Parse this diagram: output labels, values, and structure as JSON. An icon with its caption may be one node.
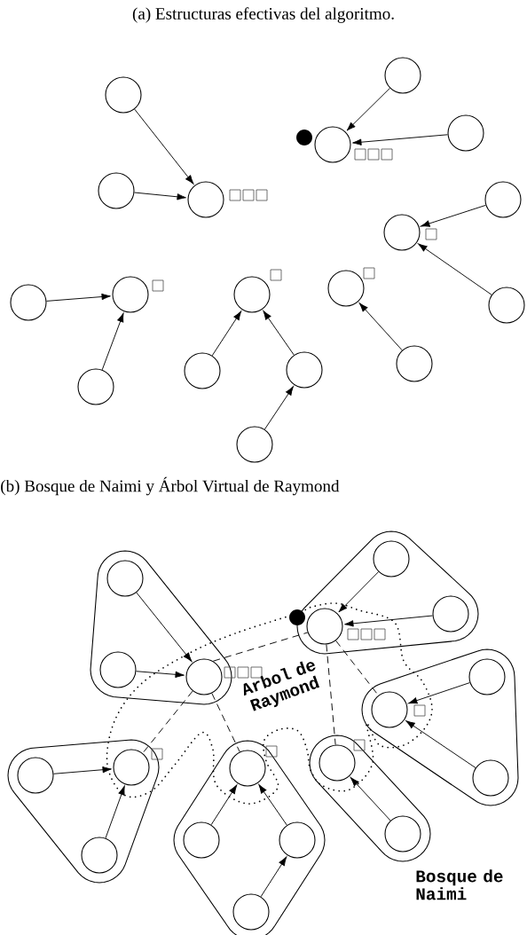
{
  "diagram": {
    "nodes": [
      {
        "text": [],
        "shape": "circle"
      },
      {
        "text": [],
        "shape": "circle"
      },
      {
        "text": [],
        "shape": "circle"
      },
      {
        "text": [],
        "shape": "circle"
      },
      {
        "text": [],
        "shape": "circle"
      },
      {
        "text": [],
        "shape": "circle"
      },
      {
        "text": [],
        "shape": "circle"
      },
      {
        "text": [],
        "shape": "circle"
      },
      {
        "text": [],
        "shape": "circle"
      },
      {
        "text": [],
        "shape": "circle"
      },
      {
        "text": [],
        "shape": "circle"
      },
      {
        "text": [],
        "shape": "circle"
      },
      {
        "text": [],
        "shape": "circle"
      },
      {
        "text": [],
        "shape": "circle"
      },
      {
        "text": [],
        "shape": "circle"
      },
      {
        "text": [],
        "shape": "circle"
      },
      {
        "text": [],
        "shape": "circle"
      },
      {
        "text": [],
        "shape": "circle"
      },
      {
        "text": [],
        "shape": "blob"
      },
      {
        "text": [],
        "shape": "circle",
        "in": 18
      },
      {
        "text": [],
        "shape": "circle",
        "in": 18
      },
      {
        "text": [],
        "shape": "circle",
        "in": 18
      },
      {
        "text": [],
        "shape": "blob"
      },
      {
        "text": [],
        "shape": "circle",
        "in": 22
      },
      {
        "text": [],
        "shape": "circle",
        "in": 22
      },
      {
        "text": [],
        "shape": "circle",
        "in": 22
      },
      {
        "text": [],
        "shape": "blob"
      },
      {
        "text": [],
        "shape": "circle",
        "in": 26
      },
      {
        "text": [],
        "shape": "circle",
        "in": 26
      },
      {
        "text": [],
        "shape": "circle",
        "in": 26
      },
      {
        "text": [],
        "shape": "blob"
      },
      {
        "text": [],
        "shape": "circle",
        "in": 30
      },
      {
        "text": [],
        "shape": "circle",
        "in": 30
      },
      {
        "text": [],
        "shape": "circle",
        "in": 30
      },
      {
        "text": [],
        "shape": "blob"
      },
      {
        "text": [],
        "shape": "circle",
        "in": 34
      },
      {
        "text": [],
        "shape": "circle",
        "in": 34
      },
      {
        "text": [],
        "shape": "circle",
        "in": 34
      },
      {
        "text": [],
        "shape": "circle",
        "in": 34
      },
      {
        "text": [],
        "shape": "blob"
      },
      {
        "text": [],
        "shape": "circle",
        "in": 39
      },
      {
        "text": [],
        "shape": "circle",
        "in": 39
      }
    ],
    "edges": [
      {
        "from": 0,
        "to": 2,
        "arrow": "to"
      },
      {
        "from": 1,
        "to": 2,
        "arrow": "to"
      },
      {
        "from": 4,
        "to": 3,
        "arrow": "to"
      },
      {
        "from": 5,
        "to": 3,
        "arrow": "to"
      },
      {
        "from": 7,
        "to": 6,
        "arrow": "to"
      },
      {
        "from": 8,
        "to": 6,
        "arrow": "to"
      },
      {
        "from": 10,
        "to": 9,
        "arrow": "to"
      },
      {
        "from": 11,
        "to": 9,
        "arrow": "to"
      },
      {
        "from": 13,
        "to": 12,
        "arrow": "to"
      },
      {
        "from": 14,
        "to": 12,
        "arrow": "to"
      },
      {
        "from": 15,
        "to": 14,
        "arrow": "to"
      },
      {
        "from": 17,
        "to": 16,
        "arrow": "to"
      },
      {
        "from": 19,
        "to": 21,
        "arrow": "to"
      },
      {
        "from": 20,
        "to": 21,
        "arrow": "to"
      },
      {
        "from": 24,
        "to": 23,
        "arrow": "to"
      },
      {
        "from": 25,
        "to": 23,
        "arrow": "to"
      },
      {
        "from": 28,
        "to": 27,
        "arrow": "to"
      },
      {
        "from": 29,
        "to": 27,
        "arrow": "to"
      },
      {
        "from": 32,
        "to": 31,
        "arrow": "to"
      },
      {
        "from": 33,
        "to": 31,
        "arrow": "to"
      },
      {
        "from": 36,
        "to": 35,
        "arrow": "to"
      },
      {
        "from": 37,
        "to": 35,
        "arrow": "to"
      },
      {
        "from": 38,
        "to": 37,
        "arrow": "to"
      },
      {
        "from": 41,
        "to": 40,
        "arrow": "to"
      },
      {
        "from": 21,
        "to": 23,
        "arrow": "none",
        "style": "dashed"
      },
      {
        "from": 21,
        "to": 31,
        "arrow": "none",
        "style": "dashed"
      },
      {
        "from": 21,
        "to": 35,
        "arrow": "none",
        "style": "dashed"
      },
      {
        "from": 23,
        "to": 40,
        "arrow": "none",
        "style": "dashed"
      },
      {
        "from": 23,
        "to": 27,
        "arrow": "none",
        "style": "dashed"
      }
    ],
    "labels": [
      "(a) Estructuras efectivas del algoritmo.",
      "(b) Bosque de Naimi y Árbol Virtual de Raymond",
      "Arbol de Raymond",
      "Bosque de Naimi"
    ]
  }
}
